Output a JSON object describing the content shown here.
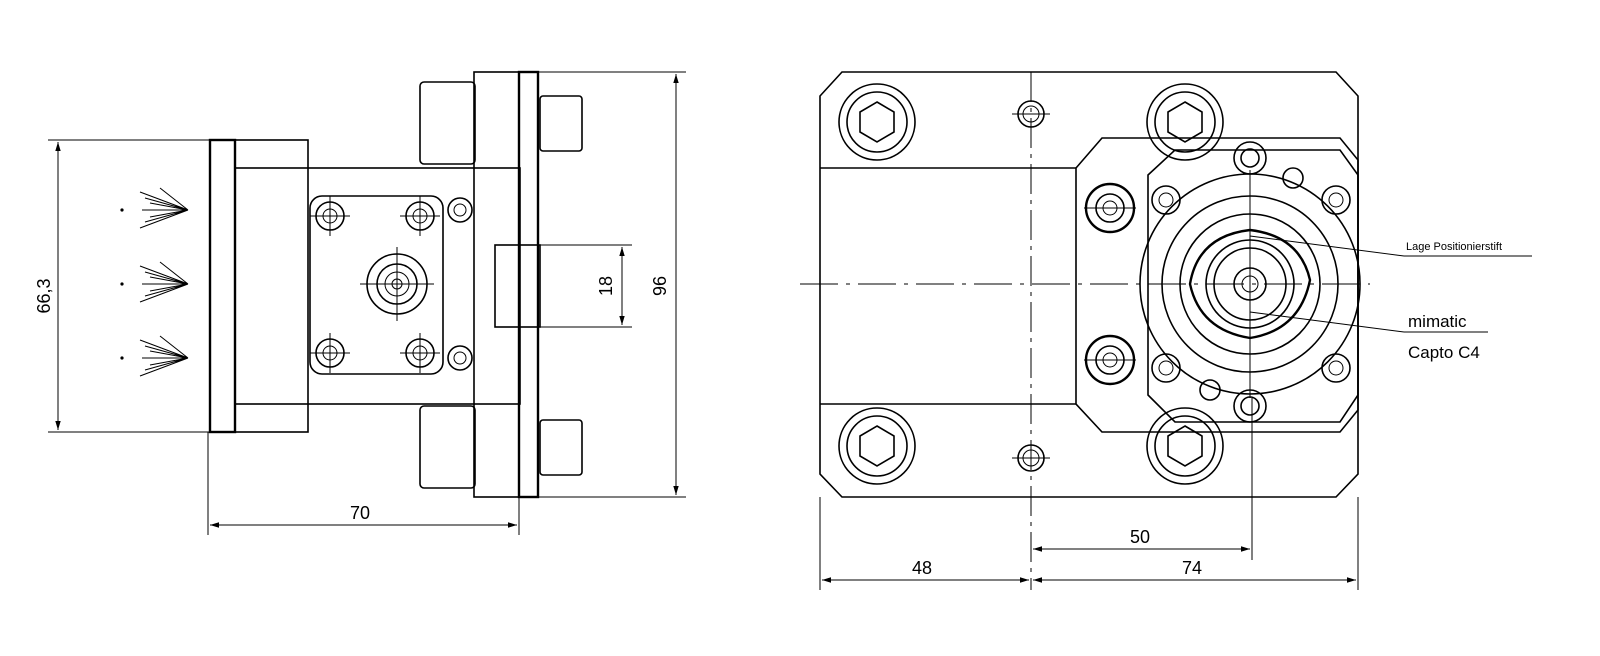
{
  "diagram": {
    "dimensions": {
      "height_left": "66,3",
      "width_left": "70",
      "slot_width": "18",
      "total_height": "96",
      "offset_center": "50",
      "width_base": "48",
      "width_right": "74"
    },
    "notes": {
      "pin_position": "Lage Positionierstift",
      "brand": "mimatic",
      "interface": "Capto C4"
    }
  }
}
